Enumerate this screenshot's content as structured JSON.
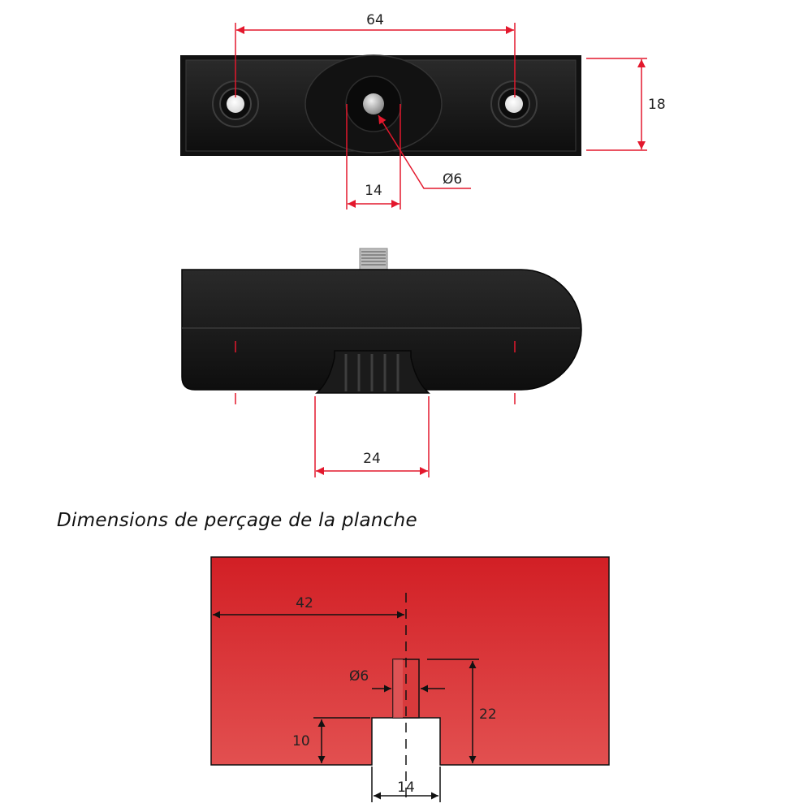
{
  "top_view": {
    "dim_length": "64",
    "dim_height": "18",
    "dim_boss": "14",
    "dim_hole": "Ø6"
  },
  "side_view": {
    "dim_foot": "24"
  },
  "caption": "Dimensions de perçage de la planche",
  "drilling_view": {
    "dim_offset": "42",
    "dim_hole": "Ø6",
    "dim_depth": "22",
    "dim_recess_depth": "10",
    "dim_recess_width": "14"
  },
  "colors": {
    "dimension_red": "#e3182d",
    "part_black": "#141414",
    "board_red": "#d42a2c"
  }
}
